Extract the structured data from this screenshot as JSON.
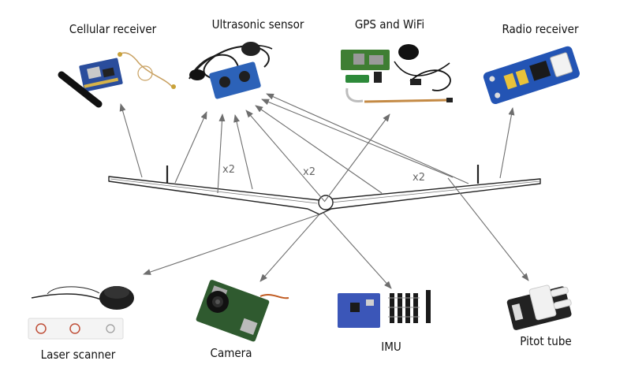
{
  "components": {
    "cellular": "Cellular receiver",
    "ultrasonic": "Ultrasonic sensor",
    "gps_wifi": "GPS and WiFi",
    "radio": "Radio receiver",
    "laser": "Laser scanner",
    "camera": "Camera",
    "imu": "IMU",
    "pitot": "Pitot tube"
  },
  "multipliers": {
    "left": "x2",
    "center": "x2",
    "right": "x2"
  }
}
